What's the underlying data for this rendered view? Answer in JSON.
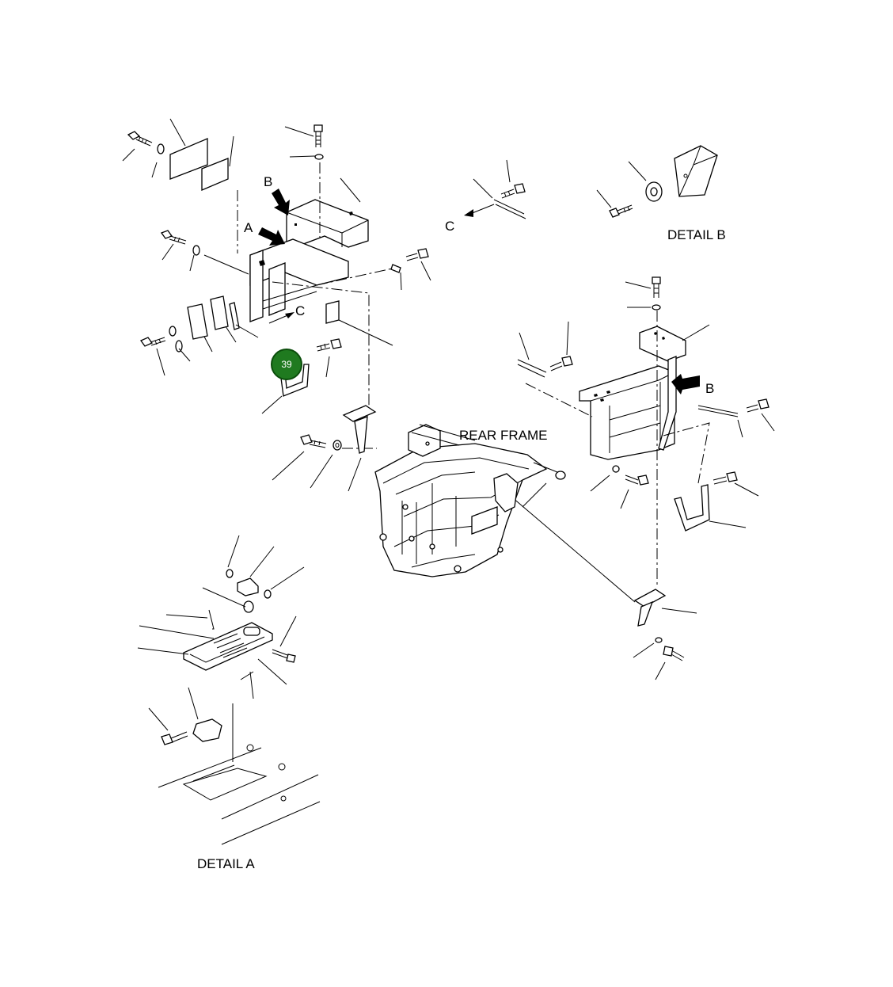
{
  "labels": {
    "b_left": "B",
    "a_left": "A",
    "c_left": "C",
    "c_top": "C",
    "b_right": "B",
    "detail_b": "DETAIL B",
    "rear_frame": "REAR FRAME",
    "detail_a": "DETAIL A"
  },
  "callout": {
    "number": "39",
    "color": "#1f7a1f"
  }
}
